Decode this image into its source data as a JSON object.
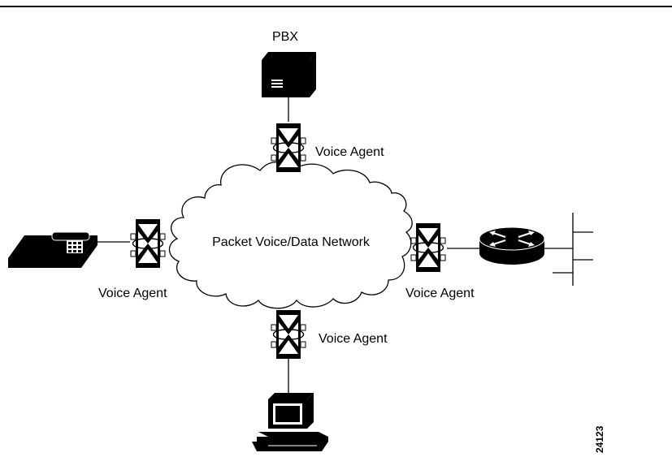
{
  "diagram": {
    "network_label": "Packet Voice/Data Network",
    "pbx_label": "PBX",
    "agent_labels": {
      "top": "Voice Agent",
      "left": "Voice Agent",
      "right": "Voice Agent",
      "bottom": "Voice Agent"
    },
    "figure_id": "24123"
  },
  "colors": {
    "ink": "#000000",
    "background": "#ffffff",
    "rule": "#000000"
  }
}
